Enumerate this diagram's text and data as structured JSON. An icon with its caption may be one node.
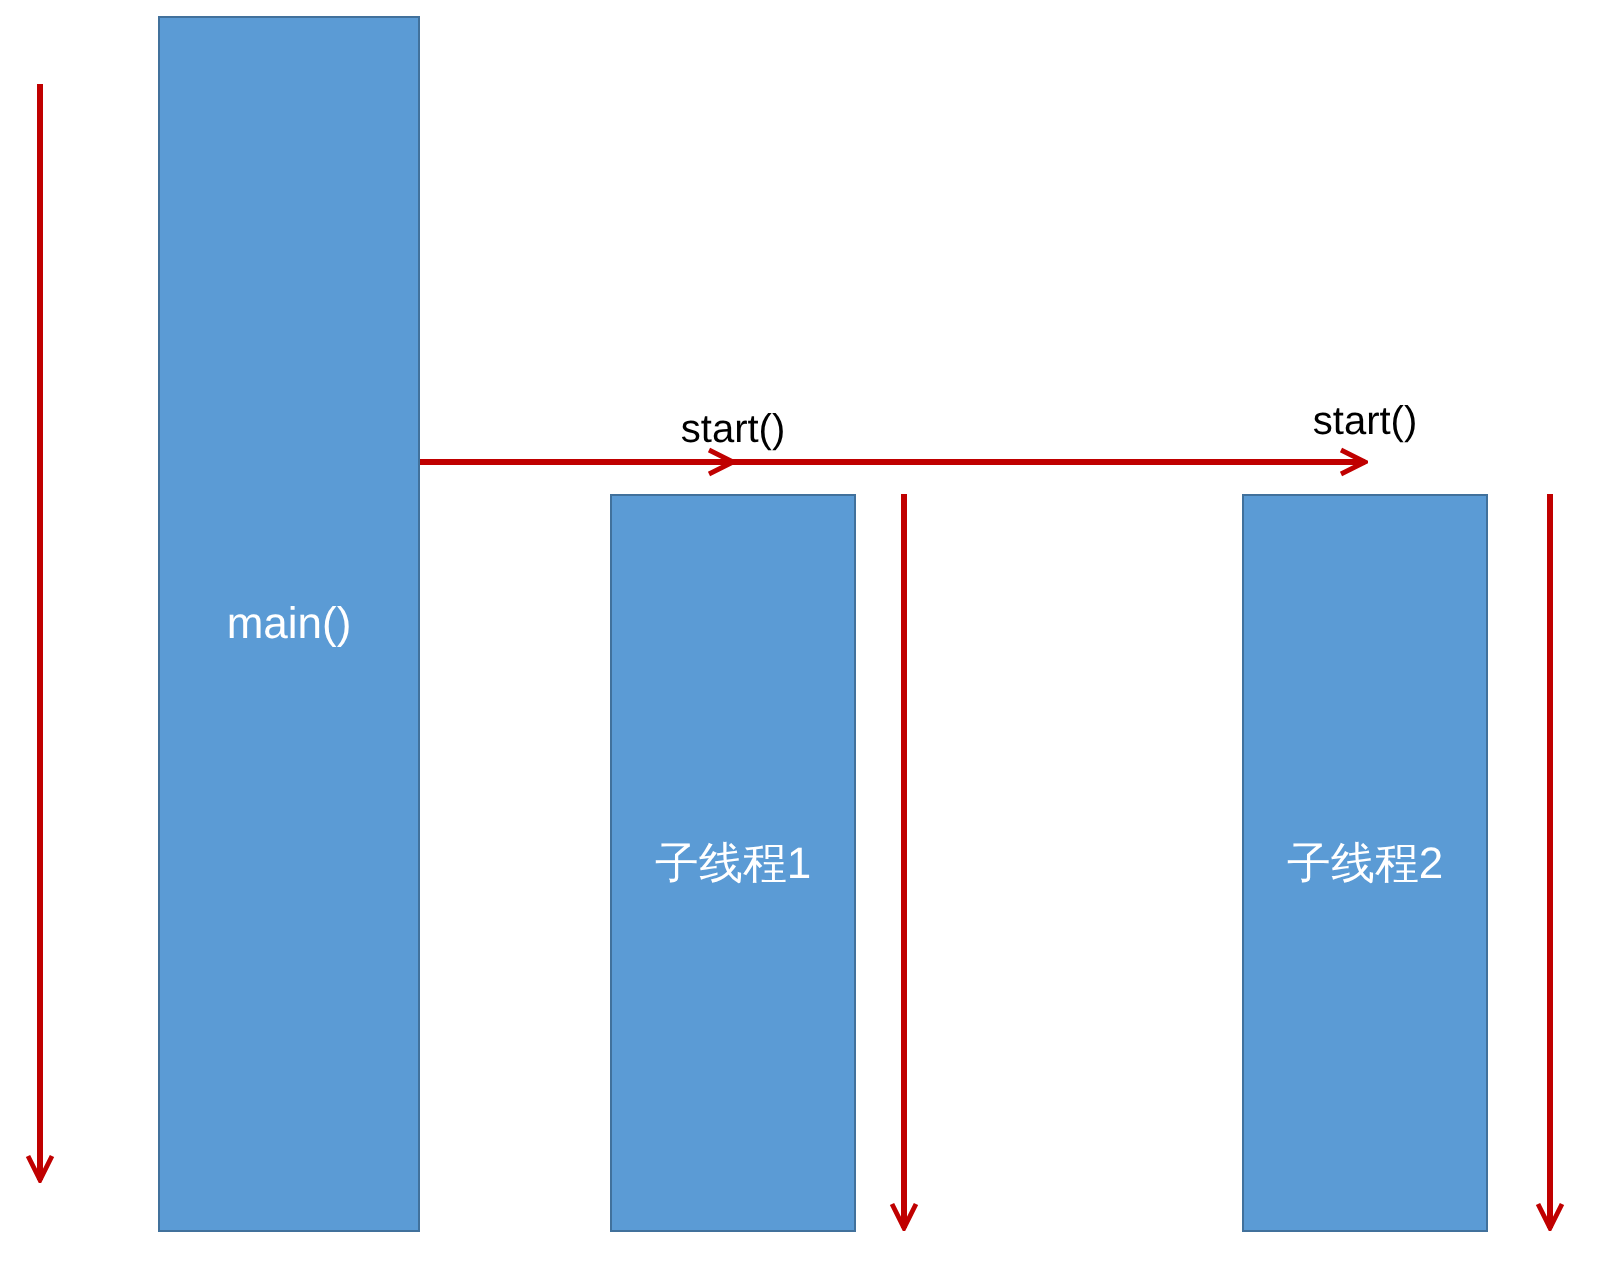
{
  "diagram": {
    "nodes": [
      {
        "text": [
          "main()"
        ]
      },
      {
        "text": [
          "子线程1"
        ]
      },
      {
        "text": [
          "子线程2"
        ]
      }
    ],
    "edges": [
      {
        "from": 0,
        "to": 1,
        "arrow": "to",
        "label": "start()",
        "color": "#c00000"
      },
      {
        "from": 0,
        "to": 2,
        "arrow": "to",
        "label": "start()",
        "color": "#c00000"
      }
    ]
  }
}
